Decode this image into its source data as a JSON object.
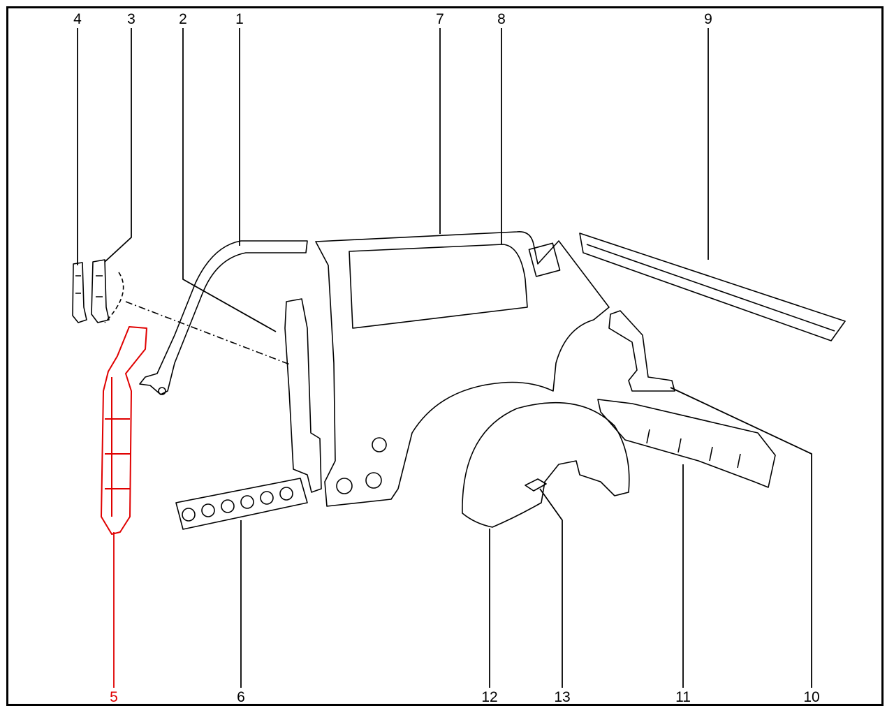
{
  "diagram": {
    "highlight_color": "#e00000",
    "labels": {
      "p1": "1",
      "p2": "2",
      "p3": "3",
      "p4": "4",
      "p5": "5",
      "p6": "6",
      "p7": "7",
      "p8": "8",
      "p9": "9",
      "p10": "10",
      "p11": "11",
      "p12": "12",
      "p13": "13"
    },
    "highlighted_part": "5"
  }
}
